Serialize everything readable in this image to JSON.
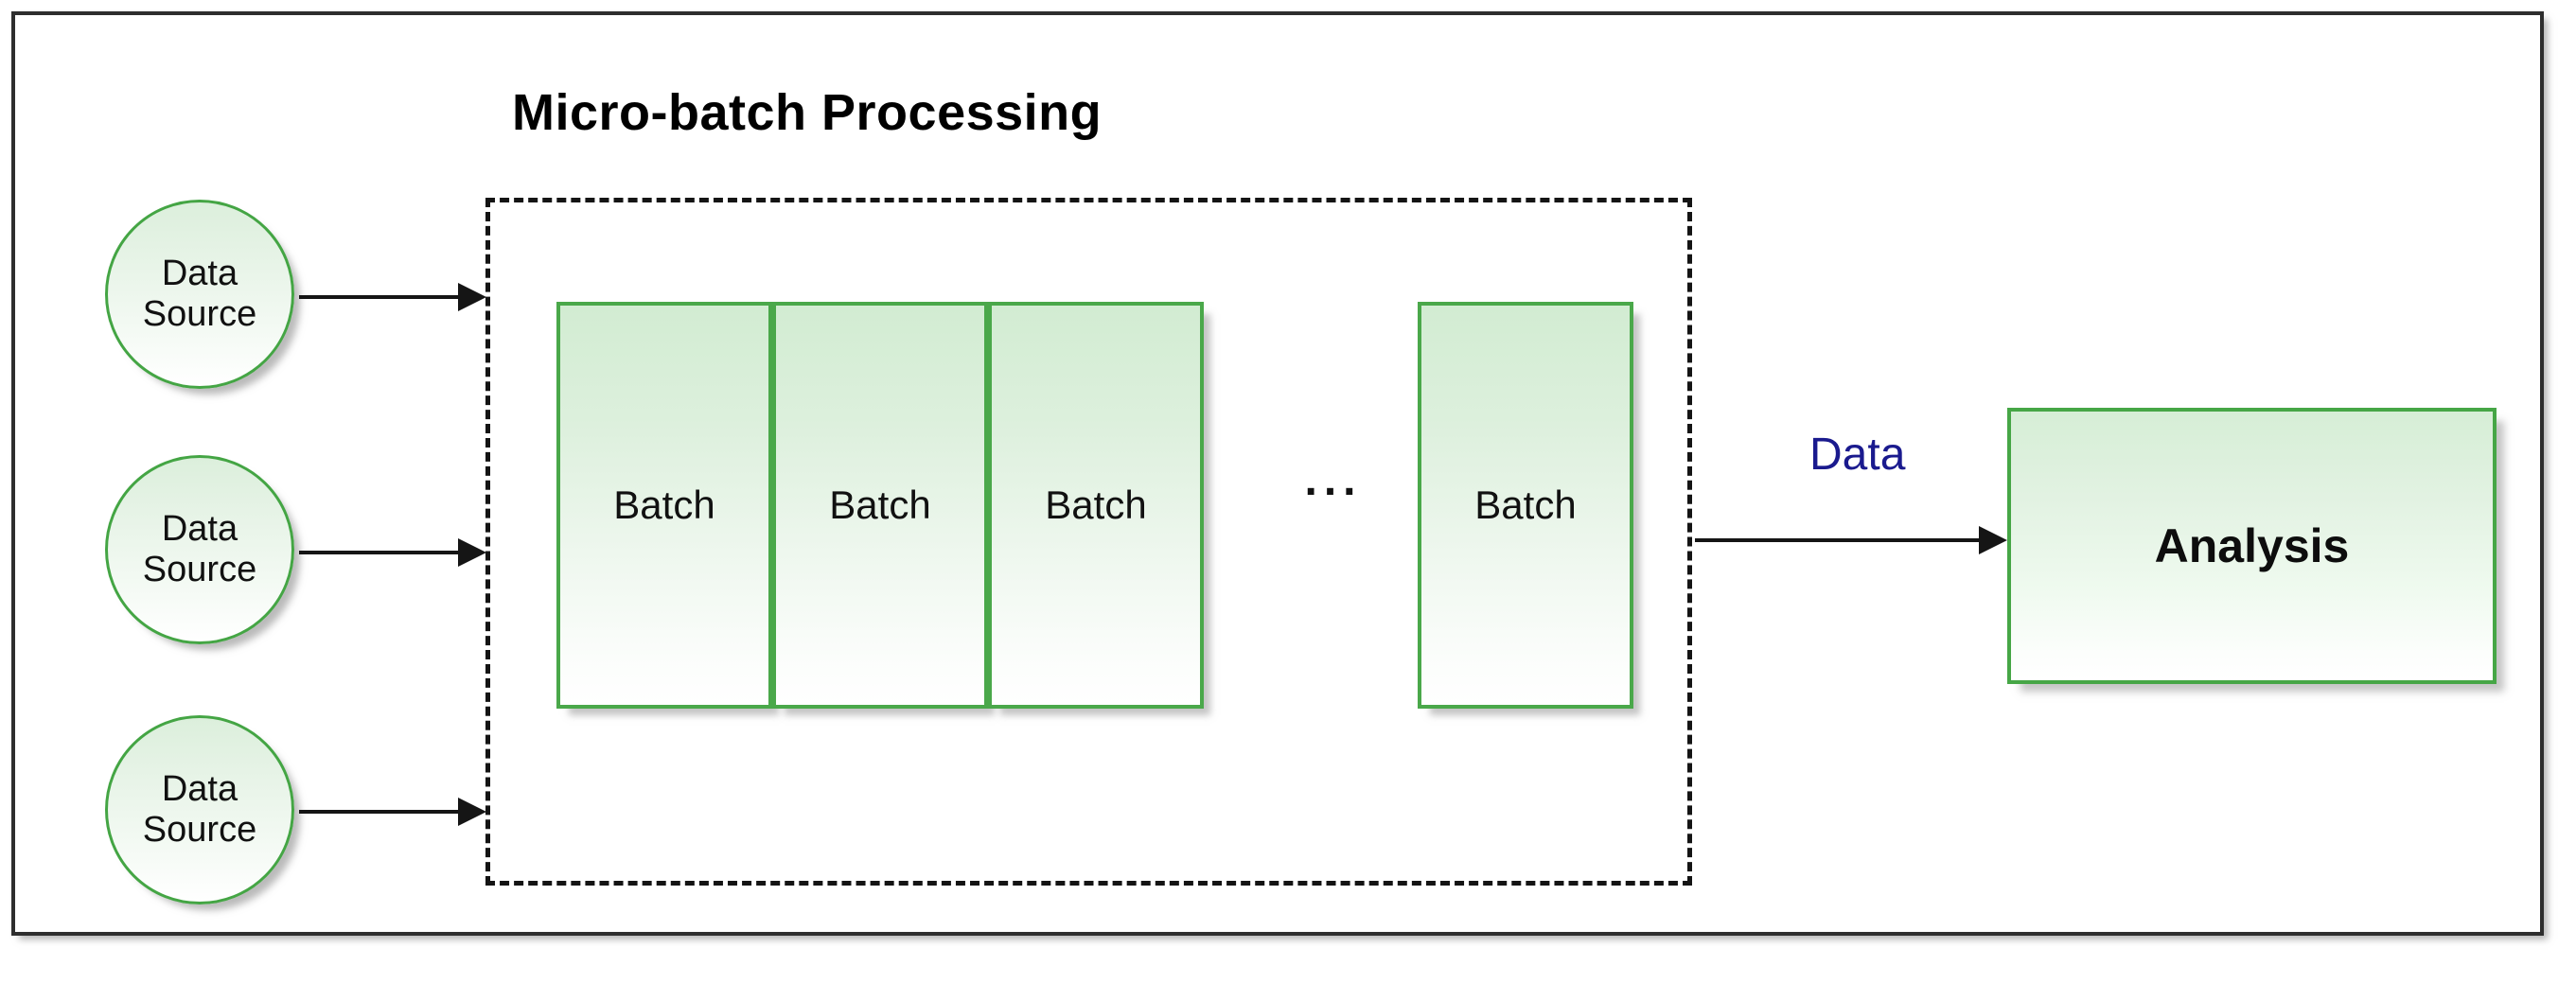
{
  "diagram": {
    "title": "Micro-batch Processing",
    "sources": [
      {
        "line1": "Data",
        "line2": "Source"
      },
      {
        "line1": "Data",
        "line2": "Source"
      },
      {
        "line1": "Data",
        "line2": "Source"
      }
    ],
    "batches": [
      {
        "label": "Batch"
      },
      {
        "label": "Batch"
      },
      {
        "label": "Batch"
      },
      {
        "label": "Batch"
      }
    ],
    "ellipsis": "...",
    "edge_label": "Data",
    "sink": {
      "label": "Analysis"
    },
    "colors": {
      "node_border_green": "#46a646",
      "node_fill_green": "#dceedc",
      "edge_label_blue": "#1a1a8e",
      "dashed_border": "#141414",
      "frame_border": "#2e2e2e",
      "text": "#111111",
      "background": "#ffffff"
    }
  }
}
